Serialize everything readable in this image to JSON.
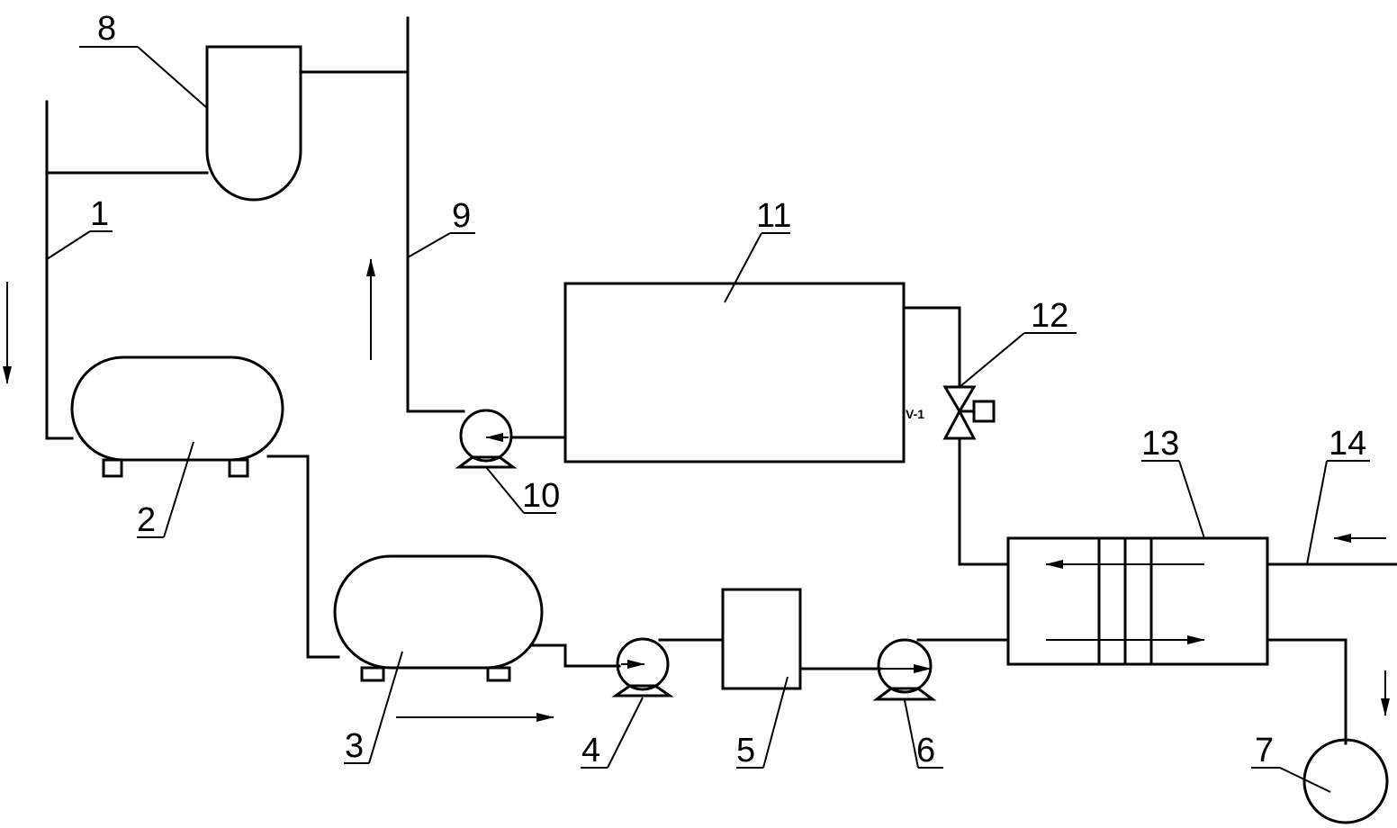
{
  "labels": {
    "l1": "1",
    "l2": "2",
    "l3": "3",
    "l4": "4",
    "l5": "5",
    "l6": "6",
    "l7": "7",
    "l8": "8",
    "l9": "9",
    "l10": "10",
    "l11": "11",
    "l12": "12",
    "l13": "13",
    "l14": "14"
  },
  "valve_tag": "V-1"
}
